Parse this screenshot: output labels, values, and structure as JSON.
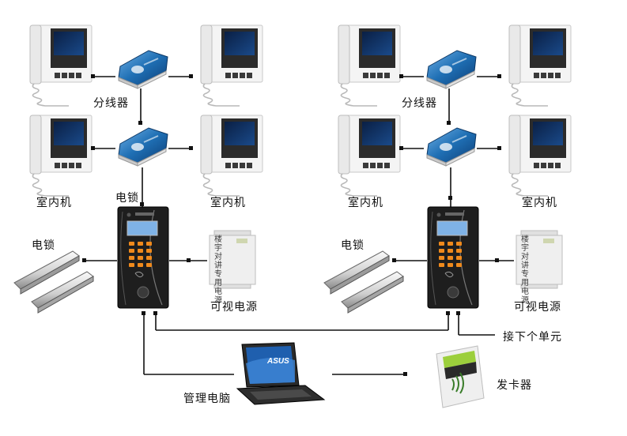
{
  "labels": {
    "splitter": "分线器",
    "indoor_unit": "室内机",
    "electric_lock": "电锁",
    "video_power": "可视电源",
    "next_unit": "接下个单元",
    "management_pc": "管理电脑",
    "card_issuer": "发卡器"
  },
  "devices": {
    "laptop_brand": "ASUS",
    "power_box_text": "楼宇对讲专用电源"
  },
  "colors": {
    "splitter_blue": "#1f6fb4",
    "panel_black": "#1e1e1e",
    "keypad_orange": "#f08a1c",
    "screen_blue": "#7fb2e6",
    "card_green": "#9ccf3c"
  }
}
